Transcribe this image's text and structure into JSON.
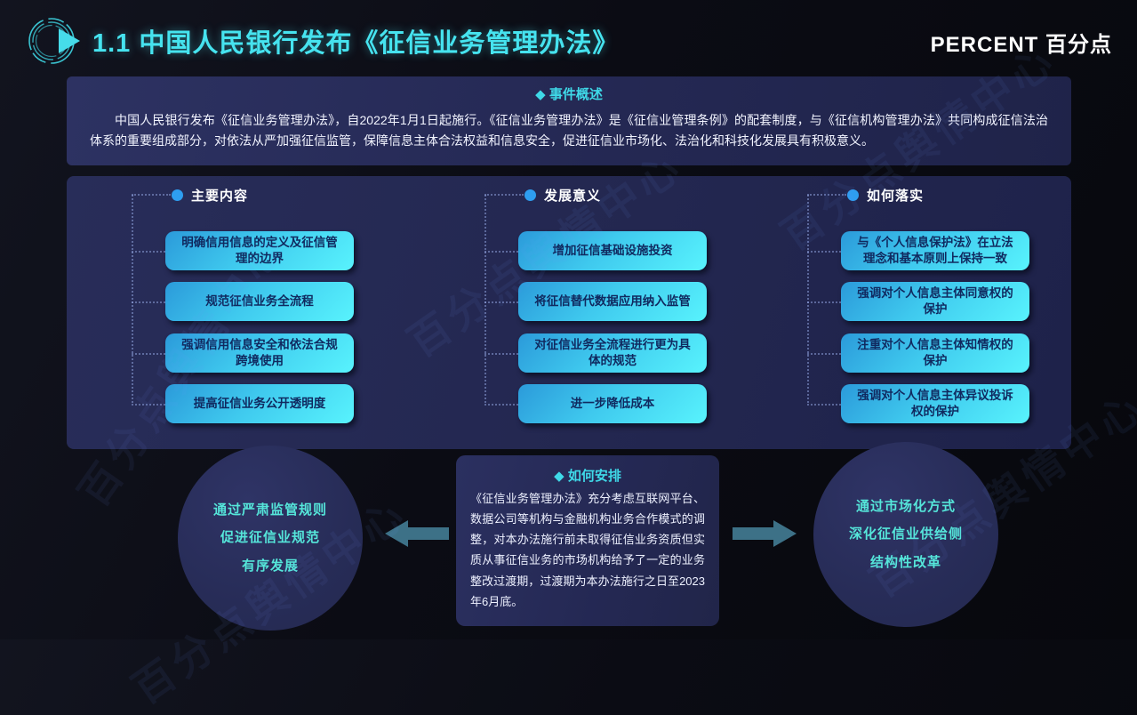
{
  "header": {
    "title": "1.1 中国人民银行发布《征信业务管理办法》",
    "logo_text": "PERCENT 百分点"
  },
  "overview": {
    "heading": "◆ 事件概述",
    "body": "中国人民银行发布《征信业务管理办法》，自2022年1月1日起施行。《征信业务管理办法》是《征信业管理条例》的配套制度，与《征信机构管理办法》共同构成征信法治体系的重要组成部分，对依法从严加强征信监管，保障信息主体合法权益和信息安全，促进征信业市场化、法治化和科技化发展具有积极意义。"
  },
  "columns": [
    {
      "title": "主要内容",
      "items": [
        "明确信用信息的定义及征信管理的边界",
        "规范征信业务全流程",
        "强调信用信息安全和依法合规跨境使用",
        "提高征信业务公开透明度"
      ]
    },
    {
      "title": "发展意义",
      "items": [
        "增加征信基础设施投资",
        "将征信替代数据应用纳入监管",
        "对征信业务全流程进行更为具体的规范",
        "进一步降低成本"
      ]
    },
    {
      "title": "如何落实",
      "items": [
        "与《个人信息保护法》在立法理念和基本原则上保持一致",
        "强调对个人信息主体同意权的保护",
        "注重对个人信息主体知情权的保护",
        "强调对个人信息主体异议投诉权的保护"
      ]
    }
  ],
  "bottom": {
    "left_circle": {
      "lines": [
        "通过严肃监管规则",
        "促进征信业规范",
        "有序发展"
      ]
    },
    "arrange": {
      "heading": "◆ 如何安排",
      "body": "《征信业务管理办法》充分考虑互联网平台、数据公司等机构与金融机构业务合作模式的调整，对本办法施行前未取得征信业务资质但实质从事征信业务的市场机构给予了一定的业务整改过渡期，过渡期为本办法施行之日至2023年6月底。"
    },
    "right_circle": {
      "lines": [
        "通过市场化方式",
        "深化征信业供给侧",
        "结构性改革"
      ]
    }
  },
  "watermark": "百分点舆情中心",
  "colors": {
    "accent_cyan": "#46e3ef",
    "box_gradient_start": "#2b9ada",
    "box_gradient_end": "#58f3fd",
    "panel_navy": "#242853",
    "arrow_teal": "#3d7187",
    "bullet_blue": "#2e9ef0",
    "circle_text": "#55e6da"
  }
}
